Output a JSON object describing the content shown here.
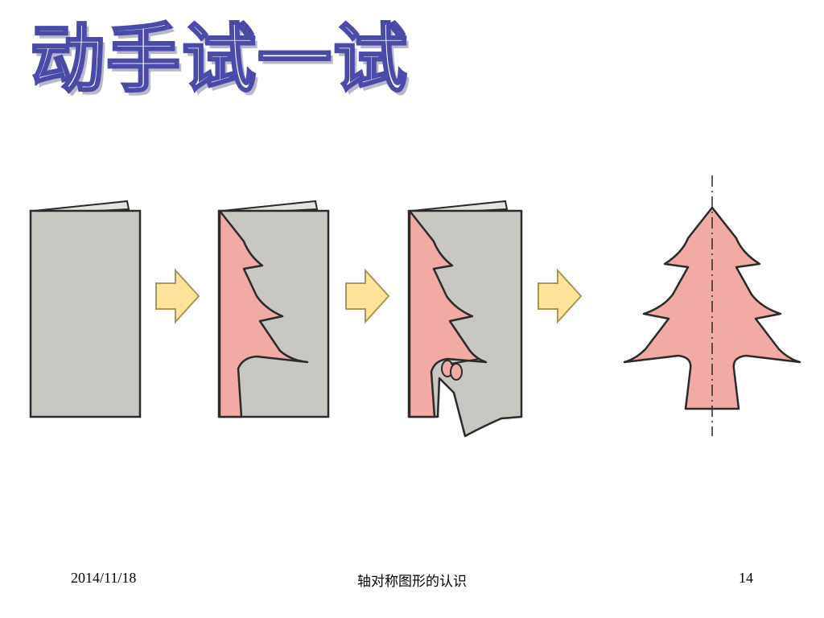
{
  "slide": {
    "title": "动手试一试"
  },
  "footer": {
    "date": "2014/11/18",
    "title": "轴对称图形的认识",
    "page": "14"
  },
  "colors": {
    "paper": "#c8c7c2",
    "cutout": "#f2aaa5",
    "outline": "#2a2a2a",
    "arrow": "#ffe39a",
    "arrow_outline": "#a8955a",
    "title_outline": "#4a4aa8"
  }
}
